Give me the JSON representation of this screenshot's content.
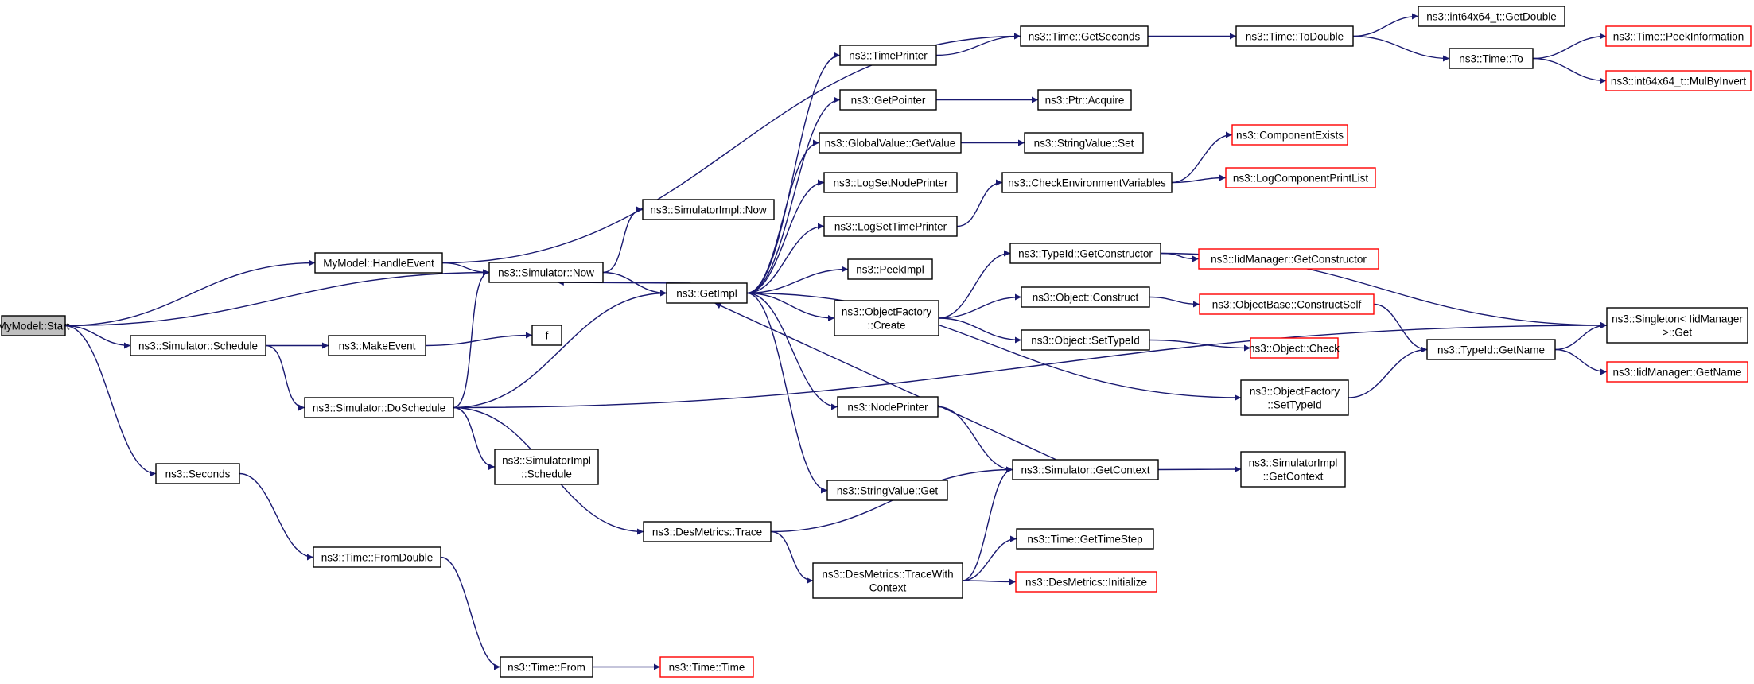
{
  "colors": {
    "edge": "#191970",
    "node_border": "#000000",
    "node_truncated_border": "#ff0000",
    "node_root_fill": "#bfbfbf",
    "node_fill": "#ffffff"
  },
  "nodes": [
    {
      "id": "start",
      "lines": [
        "MyModel::Start"
      ],
      "style": "root"
    },
    {
      "id": "handle",
      "lines": [
        "MyModel::HandleEvent"
      ],
      "style": "normal"
    },
    {
      "id": "schedule",
      "lines": [
        "ns3::Simulator::Schedule"
      ],
      "style": "normal"
    },
    {
      "id": "seconds",
      "lines": [
        "ns3::Seconds"
      ],
      "style": "normal"
    },
    {
      "id": "now",
      "lines": [
        "ns3::Simulator::Now"
      ],
      "style": "normal"
    },
    {
      "id": "makeevent",
      "lines": [
        "ns3::MakeEvent"
      ],
      "style": "normal"
    },
    {
      "id": "f",
      "lines": [
        "f"
      ],
      "style": "normal"
    },
    {
      "id": "dosched",
      "lines": [
        "ns3::Simulator::DoSchedule"
      ],
      "style": "normal"
    },
    {
      "id": "fromdouble",
      "lines": [
        "ns3::Time::FromDouble"
      ],
      "style": "normal"
    },
    {
      "id": "from",
      "lines": [
        "ns3::Time::From"
      ],
      "style": "normal"
    },
    {
      "id": "time",
      "lines": [
        "ns3::Time::Time"
      ],
      "style": "truncated"
    },
    {
      "id": "simimplnow",
      "lines": [
        "ns3::SimulatorImpl::Now"
      ],
      "style": "normal"
    },
    {
      "id": "getimpl",
      "lines": [
        "ns3::GetImpl"
      ],
      "style": "normal"
    },
    {
      "id": "simimplsched",
      "lines": [
        "ns3::SimulatorImpl",
        "::Schedule"
      ],
      "style": "normal"
    },
    {
      "id": "destrace",
      "lines": [
        "ns3::DesMetrics::Trace"
      ],
      "style": "normal"
    },
    {
      "id": "timeprinter",
      "lines": [
        "ns3::TimePrinter"
      ],
      "style": "normal"
    },
    {
      "id": "getpointer",
      "lines": [
        "ns3::GetPointer"
      ],
      "style": "normal"
    },
    {
      "id": "gvgetvalue",
      "lines": [
        "ns3::GlobalValue::GetValue"
      ],
      "style": "normal"
    },
    {
      "id": "lognodeprinter",
      "lines": [
        "ns3::LogSetNodePrinter"
      ],
      "style": "normal"
    },
    {
      "id": "logtimeprinter",
      "lines": [
        "ns3::LogSetTimePrinter"
      ],
      "style": "normal"
    },
    {
      "id": "peekimpl",
      "lines": [
        "ns3::PeekImpl"
      ],
      "style": "normal"
    },
    {
      "id": "ofcreate",
      "lines": [
        "ns3::ObjectFactory",
        "::Create"
      ],
      "style": "normal"
    },
    {
      "id": "nodeprinter",
      "lines": [
        "ns3::NodePrinter"
      ],
      "style": "normal"
    },
    {
      "id": "svget",
      "lines": [
        "ns3::StringValue::Get"
      ],
      "style": "normal"
    },
    {
      "id": "tracectx",
      "lines": [
        "ns3::DesMetrics::TraceWith",
        "Context"
      ],
      "style": "normal"
    },
    {
      "id": "getseconds",
      "lines": [
        "ns3::Time::GetSeconds"
      ],
      "style": "normal"
    },
    {
      "id": "ptracquire",
      "lines": [
        "ns3::Ptr::Acquire"
      ],
      "style": "normal"
    },
    {
      "id": "svset",
      "lines": [
        "ns3::StringValue::Set"
      ],
      "style": "normal"
    },
    {
      "id": "checkenv",
      "lines": [
        "ns3::CheckEnvironmentVariables"
      ],
      "style": "normal"
    },
    {
      "id": "tidgetctor",
      "lines": [
        "ns3::TypeId::GetConstructor"
      ],
      "style": "normal"
    },
    {
      "id": "objconstruct",
      "lines": [
        "ns3::Object::Construct"
      ],
      "style": "normal"
    },
    {
      "id": "objsettypeid",
      "lines": [
        "ns3::Object::SetTypeId"
      ],
      "style": "normal"
    },
    {
      "id": "ofsettypeid",
      "lines": [
        "ns3::ObjectFactory",
        "::SetTypeId"
      ],
      "style": "normal"
    },
    {
      "id": "simgetctx",
      "lines": [
        "ns3::Simulator::GetContext"
      ],
      "style": "normal"
    },
    {
      "id": "gettimestep",
      "lines": [
        "ns3::Time::GetTimeStep"
      ],
      "style": "normal"
    },
    {
      "id": "desinit",
      "lines": [
        "ns3::DesMetrics::Initialize"
      ],
      "style": "truncated"
    },
    {
      "id": "todouble",
      "lines": [
        "ns3::Time::ToDouble"
      ],
      "style": "normal"
    },
    {
      "id": "compexists",
      "lines": [
        "ns3::ComponentExists"
      ],
      "style": "truncated"
    },
    {
      "id": "logprintlist",
      "lines": [
        "ns3::LogComponentPrintList"
      ],
      "style": "truncated"
    },
    {
      "id": "iidgetctor",
      "lines": [
        "ns3::IidManager::GetConstructor"
      ],
      "style": "truncated"
    },
    {
      "id": "constructself",
      "lines": [
        "ns3::ObjectBase::ConstructSelf"
      ],
      "style": "truncated"
    },
    {
      "id": "objcheck",
      "lines": [
        "ns3::Object::Check"
      ],
      "style": "truncated"
    },
    {
      "id": "tidgetname",
      "lines": [
        "ns3::TypeId::GetName"
      ],
      "style": "normal"
    },
    {
      "id": "simimplgetctx",
      "lines": [
        "ns3::SimulatorImpl",
        "::GetContext"
      ],
      "style": "normal"
    },
    {
      "id": "getdouble",
      "lines": [
        "ns3::int64x64_t::GetDouble"
      ],
      "style": "normal"
    },
    {
      "id": "timeto",
      "lines": [
        "ns3::Time::To"
      ],
      "style": "normal"
    },
    {
      "id": "peekinfo",
      "lines": [
        "ns3::Time::PeekInformation"
      ],
      "style": "truncated"
    },
    {
      "id": "mulbyinvert",
      "lines": [
        "ns3::int64x64_t::MulByInvert"
      ],
      "style": "truncated"
    },
    {
      "id": "singleton",
      "lines": [
        "ns3::Singleton< IidManager",
        "  >::Get"
      ],
      "style": "normal"
    },
    {
      "id": "iidgetname",
      "lines": [
        "ns3::IidManager::GetName"
      ],
      "style": "truncated"
    }
  ],
  "edges": [
    [
      "start",
      "handle"
    ],
    [
      "start",
      "now"
    ],
    [
      "start",
      "schedule"
    ],
    [
      "start",
      "seconds"
    ],
    [
      "handle",
      "now"
    ],
    [
      "handle",
      "getseconds"
    ],
    [
      "now",
      "simimplnow"
    ],
    [
      "now",
      "getimpl"
    ],
    [
      "schedule",
      "makeevent"
    ],
    [
      "schedule",
      "dosched"
    ],
    [
      "makeevent",
      "f"
    ],
    [
      "seconds",
      "fromdouble"
    ],
    [
      "fromdouble",
      "from"
    ],
    [
      "from",
      "time"
    ],
    [
      "dosched",
      "now"
    ],
    [
      "dosched",
      "getimpl"
    ],
    [
      "dosched",
      "simimplsched"
    ],
    [
      "dosched",
      "destrace"
    ],
    [
      "dosched",
      "singleton"
    ],
    [
      "getimpl",
      "now"
    ],
    [
      "getimpl",
      "timeprinter"
    ],
    [
      "getimpl",
      "getpointer"
    ],
    [
      "getimpl",
      "gvgetvalue"
    ],
    [
      "getimpl",
      "lognodeprinter"
    ],
    [
      "getimpl",
      "logtimeprinter"
    ],
    [
      "getimpl",
      "peekimpl"
    ],
    [
      "getimpl",
      "ofcreate"
    ],
    [
      "getimpl",
      "nodeprinter"
    ],
    [
      "getimpl",
      "svget"
    ],
    [
      "getimpl",
      "ofsettypeid"
    ],
    [
      "simgetctx",
      "getimpl"
    ],
    [
      "destrace",
      "simgetctx"
    ],
    [
      "destrace",
      "tracectx"
    ],
    [
      "tracectx",
      "simgetctx"
    ],
    [
      "tracectx",
      "gettimestep"
    ],
    [
      "tracectx",
      "desinit"
    ],
    [
      "timeprinter",
      "getseconds"
    ],
    [
      "getpointer",
      "ptracquire"
    ],
    [
      "gvgetvalue",
      "svset"
    ],
    [
      "logtimeprinter",
      "checkenv"
    ],
    [
      "checkenv",
      "compexists"
    ],
    [
      "checkenv",
      "logprintlist"
    ],
    [
      "ofcreate",
      "tidgetctor"
    ],
    [
      "ofcreate",
      "objconstruct"
    ],
    [
      "ofcreate",
      "objsettypeid"
    ],
    [
      "tidgetctor",
      "iidgetctor"
    ],
    [
      "tidgetctor",
      "singleton"
    ],
    [
      "objconstruct",
      "constructself"
    ],
    [
      "objsettypeid",
      "objcheck"
    ],
    [
      "constructself",
      "tidgetname"
    ],
    [
      "ofsettypeid",
      "tidgetname"
    ],
    [
      "tidgetname",
      "singleton"
    ],
    [
      "tidgetname",
      "iidgetname"
    ],
    [
      "nodeprinter",
      "simgetctx"
    ],
    [
      "simgetctx",
      "simimplgetctx"
    ],
    [
      "getseconds",
      "todouble"
    ],
    [
      "todouble",
      "getdouble"
    ],
    [
      "todouble",
      "timeto"
    ],
    [
      "timeto",
      "peekinfo"
    ],
    [
      "timeto",
      "mulbyinvert"
    ]
  ]
}
